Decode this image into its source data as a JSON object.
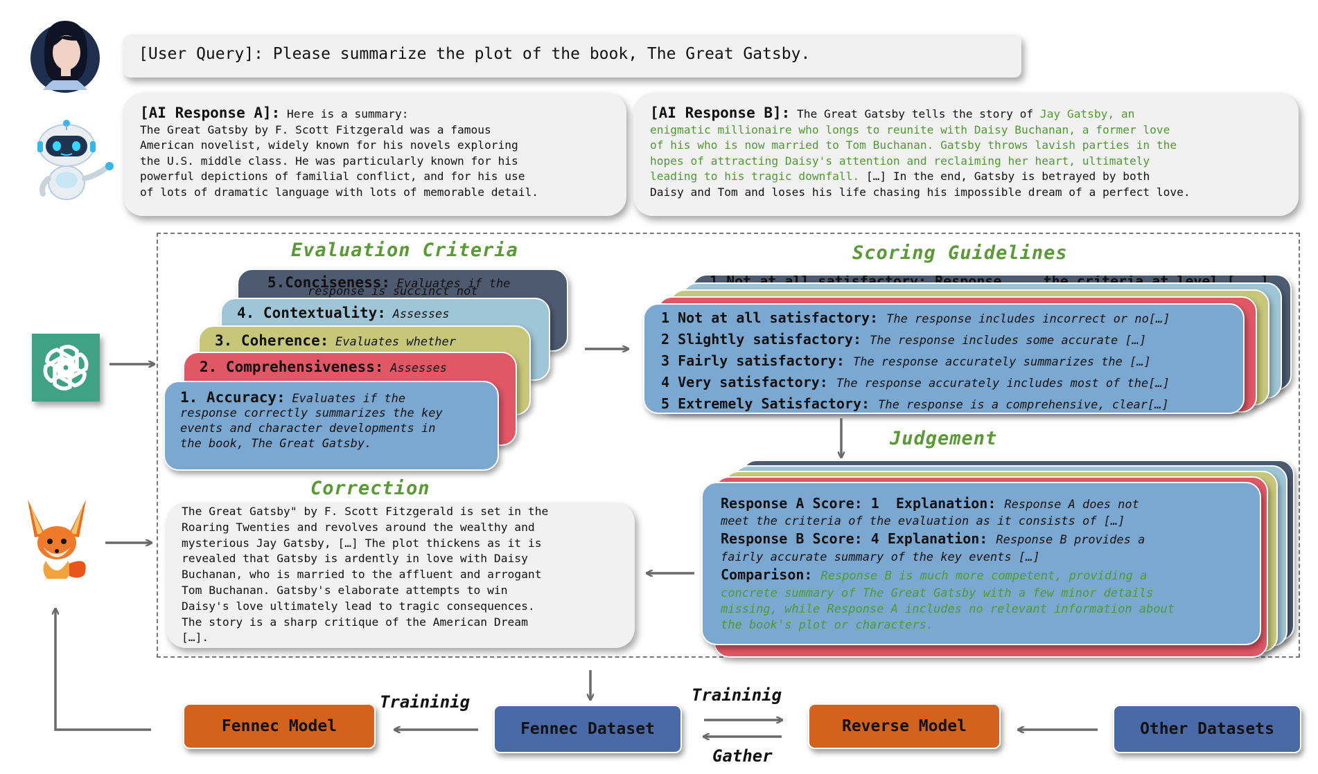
{
  "user_query": {
    "label": "[User Query]:",
    "text": "Please summarize the plot of the book, The Great Gatsby."
  },
  "response_a": {
    "label": "[AI Response A]:",
    "lines": [
      "Here is a summary:",
      "The Great Gatsby by F. Scott Fitzgerald was a famous",
      "American novelist, widely known for his novels exploring",
      "the U.S. middle class. He was particularly known for his",
      "powerful depictions of familial conflict, and for his use",
      "of lots of dramatic language with lots of memorable detail."
    ]
  },
  "response_b": {
    "label": "[AI Response B]:",
    "intro": "The Great Gatsby tells the story of ",
    "green_1": "Jay Gatsby, an",
    "green_2": "enigmatic millionaire who longs to reunite with Daisy Buchanan, a former love",
    "green_3": "of his who is now married to Tom Buchanan. Gatsby throws lavish parties in the",
    "green_4": "hopes of attracting Daisy's attention and reclaiming her heart, ultimately",
    "green_5": "leading to his tragic downfall.",
    "tail_5": " […] In the end, Gatsby is betrayed by both",
    "line_6": "Daisy and Tom and loses his life chasing his impossible dream of a perfect love."
  },
  "sections": {
    "evaluation_criteria": "Evaluation Criteria",
    "scoring_guidelines": "Scoring Guidelines",
    "judgement": "Judgement",
    "correction": "Correction"
  },
  "criteria": [
    {
      "title": "1. Accuracy:",
      "desc_lines": [
        "Evaluates if the",
        "response correctly summarizes the key",
        "events and character developments in",
        "the book, The Great Gatsby."
      ],
      "color": "#7ba8d0"
    },
    {
      "title": "2. Comprehensiveness:",
      "desc": "Assesses",
      "color": "#e05766"
    },
    {
      "title": "3. Coherence:",
      "desc": "Evaluates whether",
      "color": "#c7c77a"
    },
    {
      "title": "4. Contextuality:",
      "desc": "Assesses",
      "color": "#9fc6d6"
    },
    {
      "title": "5.Conciseness:",
      "desc": "Evaluates if the",
      "desc2": "response is succinct not",
      "color": "#4d5a70"
    }
  ],
  "scoring": {
    "back_line": "1 Not at all satisfactory: Response ... the criteria at level [...]",
    "lines": [
      {
        "num": "1",
        "label": "Not at all satisfactory:",
        "desc": "The response includes incorrect or no[…]"
      },
      {
        "num": "2",
        "label": "Slightly satisfactory:",
        "desc": "The response includes some accurate […]"
      },
      {
        "num": "3",
        "label": "Fairly satisfactory:",
        "desc": "The response accurately summarizes the […]"
      },
      {
        "num": "4",
        "label": "Very satisfactory:",
        "desc": "The response accurately includes most of the[…]"
      },
      {
        "num": "5",
        "label": "Extremely Satisfactory:",
        "desc": "The response is a comprehensive, clear[…]"
      }
    ]
  },
  "judgement": {
    "a_score": "Response A Score: 1",
    "a_expl_label": "Explanation:",
    "a_expl_1": "Response A does not",
    "a_expl_2": "meet the criteria of the evaluation as it consists of […]",
    "b_score": "Response B Score: 4",
    "b_expl_label": "Explanation:",
    "b_expl_1": "Response B provides a",
    "b_expl_2": "fairly accurate summary of the key events […]",
    "comparison_label": "Comparison:",
    "comparison_1": "Response B is much more competent, providing a",
    "comparison_2": "concrete summary of The Great Gatsby with a few minor details",
    "comparison_3": "missing, while Response A includes no relevant information about",
    "comparison_4": "the book's plot or characters."
  },
  "correction_lines": [
    "The Great Gatsby\" by F. Scott Fitzgerald is set in the",
    "Roaring Twenties and revolves around the wealthy and",
    "mysterious Jay Gatsby, […] The plot thickens as it is",
    "revealed that Gatsby is ardently in love with Daisy",
    "Buchanan, who is married to the affluent and arrogant",
    "Tom Buchanan. Gatsby's elaborate attempts to win",
    "Daisy's love ultimately lead to tragic consequences.",
    "The story is a sharp critique of the American Dream",
    "[…]."
  ],
  "bottom": {
    "fennec_model": "Fennec Model",
    "fennec_dataset": "Fennec Dataset",
    "reverse_model": "Reverse Model",
    "other_datasets": "Other Datasets",
    "training_1": "Traininig",
    "training_2": "Traininig",
    "gather": "Gather"
  },
  "colors": {
    "green_text": "#4f9a2f",
    "card_blue": "#7ba8d0",
    "card_red": "#e05766",
    "card_olive": "#c7c77a",
    "card_lightblue": "#9fc6d6",
    "card_dark": "#4d5a70",
    "box_orange": "#d2621c",
    "box_blue": "#4a6aa7"
  },
  "icons": [
    "user-avatar-icon",
    "robot-icon",
    "openai-logo-icon",
    "fennec-fox-icon"
  ]
}
